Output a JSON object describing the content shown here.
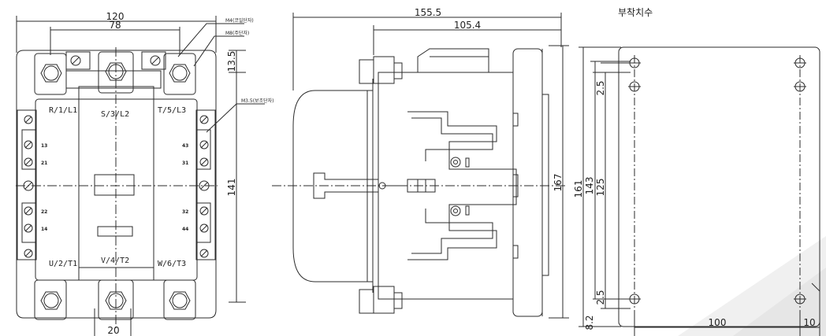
{
  "front_view": {
    "dims": {
      "overall_width": "120",
      "pole_pitch": "78",
      "top_offset": "13.5",
      "height": "141",
      "bottom": "20"
    },
    "callouts": {
      "coil_terminal": "M4(코일단자)",
      "main_terminal": "M8(주단자)",
      "aux_terminal": "M3.5(보조단자)"
    },
    "terminals": {
      "top_left": "R/1/L1",
      "top_mid": "S/3/L2",
      "top_right": "T/5/L3",
      "bot_left": "U/2/T1",
      "bot_mid": "V/4/T2",
      "bot_right": "W/6/T3"
    },
    "aux_numbers": {
      "l1": "13",
      "l2": "21",
      "l3": "22",
      "l4": "14",
      "r1": "43",
      "r2": "31",
      "r3": "32",
      "r4": "44"
    }
  },
  "side_view": {
    "dims": {
      "depth": "155.5",
      "depth_inner": "105.4",
      "height": "167"
    }
  },
  "mount_view": {
    "title": "부착치수",
    "dims": {
      "h1": "161",
      "h2": "143",
      "h3": "125",
      "slot_top": "2.5",
      "slot_bottom": "2.5",
      "bottom_offset": "8.2",
      "width": "100",
      "right_offset": "10"
    }
  },
  "colors": {
    "line": "#2b2b2b",
    "accent": "#d9d9d9",
    "background": "#ffffff"
  }
}
